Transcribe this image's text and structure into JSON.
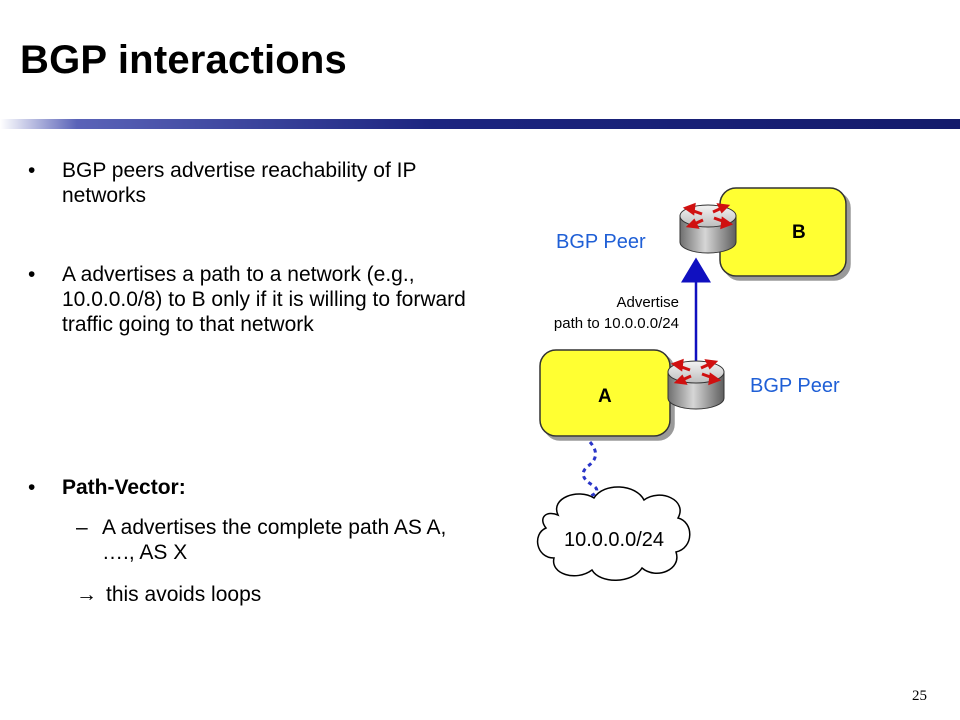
{
  "slide": {
    "title": "BGP interactions",
    "page_number": "25"
  },
  "bullets": [
    {
      "marker": "•",
      "text": "BGP peers advertise reachability of IP networks"
    },
    {
      "marker": "•",
      "text": "A advertises a path to a network (e.g., 10.0.0.0/8) to B only if it is willing to forward traffic going to that network"
    },
    {
      "marker": "•",
      "text": "Path-Vector:"
    }
  ],
  "sub_bullet": {
    "marker": "–",
    "text": "A advertises the complete path AS A, …., AS X"
  },
  "arrow_note": {
    "marker": "→",
    "text": "this avoids loops"
  },
  "diagram": {
    "as_b_label": "B",
    "as_a_label": "A",
    "peer_b_label": "BGP Peer",
    "peer_a_label": "BGP Peer",
    "advertise_line1": "Advertise",
    "advertise_line2": "path to 10.0.0.0/24",
    "network_label": "10.0.0.0/24",
    "colors": {
      "as_box": "#ffff33",
      "peer_text": "#1f5fd6",
      "arrow": "#1010c0",
      "link": "#2a35c8"
    }
  }
}
